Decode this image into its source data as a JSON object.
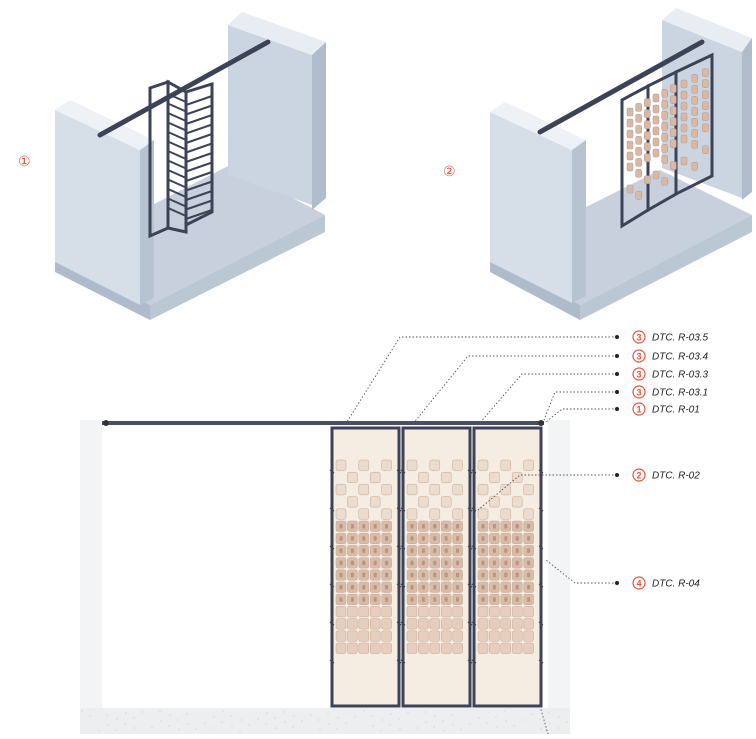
{
  "colors": {
    "accent": "#e2553c",
    "frame": "#3c4356",
    "wall": "#d4dde8",
    "wall_shade": "#b9c4d2",
    "panel": "#f5ede2",
    "module": "#dcc0ad",
    "leader": "#555555"
  },
  "steps": [
    {
      "label": "①"
    },
    {
      "label": "②"
    }
  ],
  "callouts": [
    {
      "num": "3",
      "text": "DTC. R-03.5"
    },
    {
      "num": "3",
      "text": "DTC. R-03.4"
    },
    {
      "num": "3",
      "text": "DTC. R-03.3"
    },
    {
      "num": "3",
      "text": "DTC. R-03.1"
    },
    {
      "num": "1",
      "text": "DTC. R-01"
    },
    {
      "num": "2",
      "text": "DTC. R-02"
    },
    {
      "num": "4",
      "text": "DTC. R-04"
    }
  ]
}
